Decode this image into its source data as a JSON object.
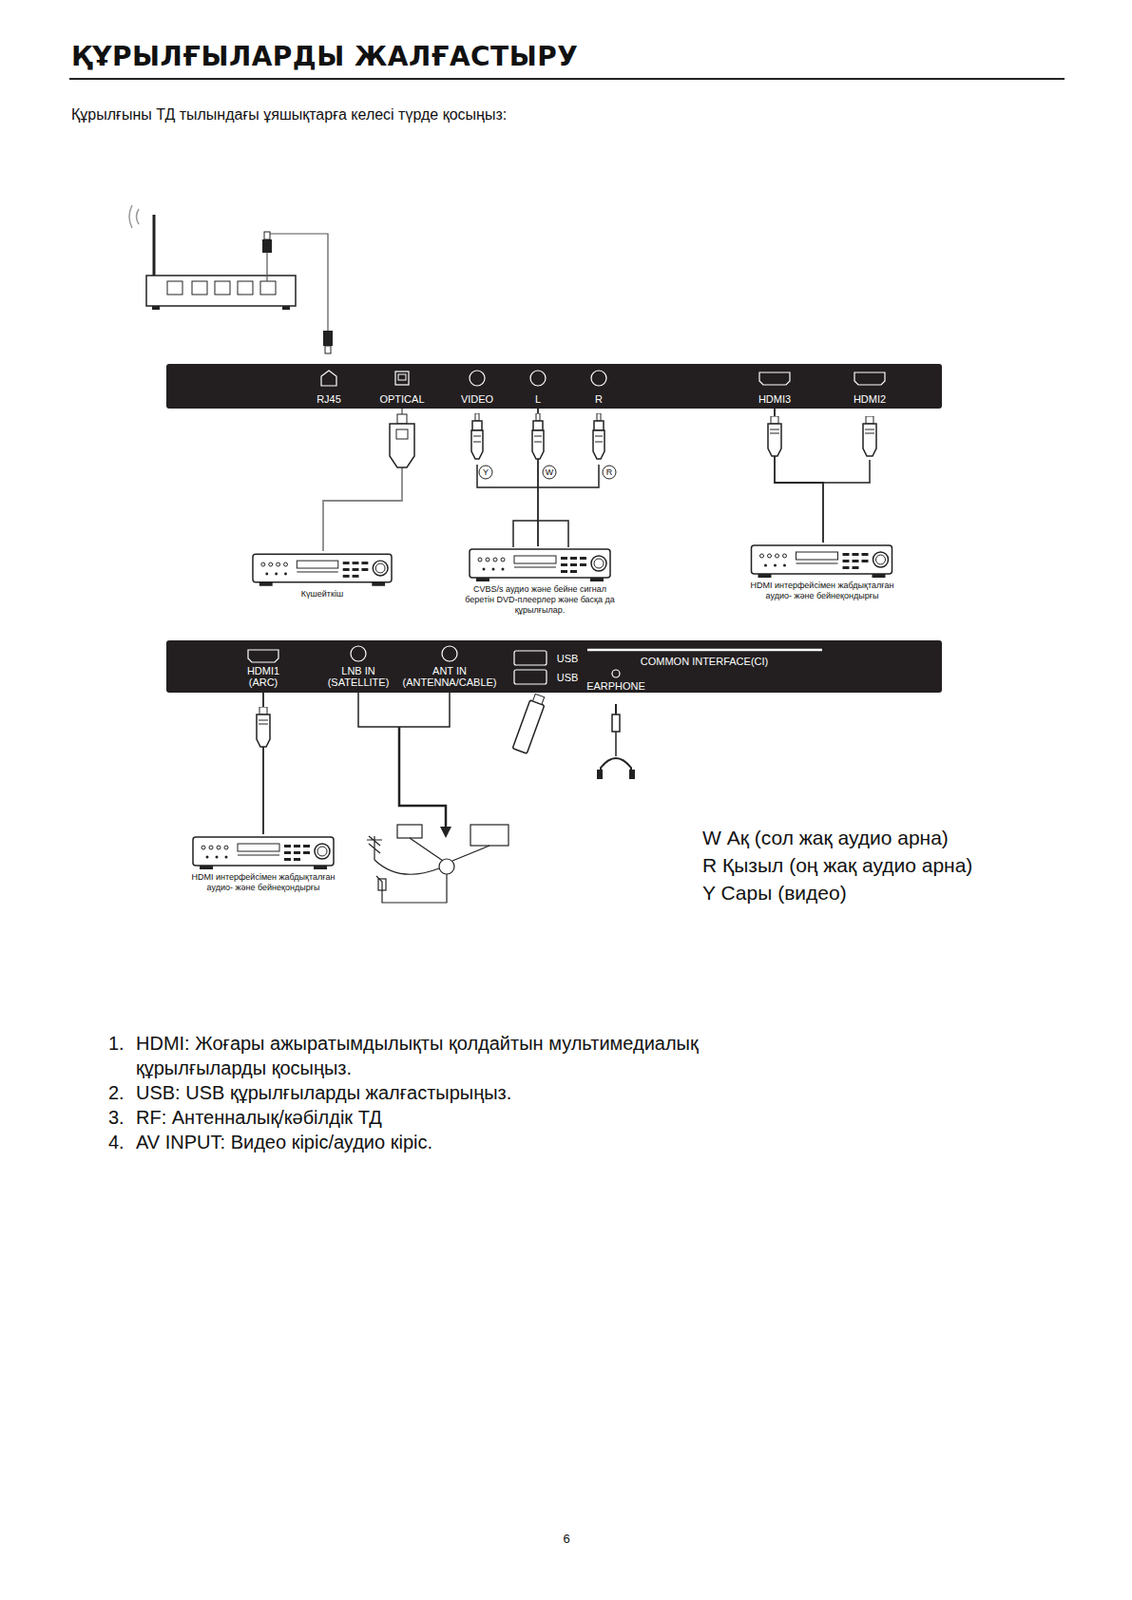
{
  "diagram": {
    "title": "ҚҰРЫЛҒЫЛАРДЫ ЖАЛҒАСТЫРУ",
    "nodes": [
      {
        "text": [
          "RJ45",
          "OPTICAL",
          "VIDEO",
          "L",
          "R",
          "HDMI3",
          "HDMI2"
        ]
      },
      {
        "text": [
          "Күшейткіш"
        ]
      },
      {
        "text": [
          "CVBS/s аудио және бейне сигнал беретін DVD-плеерлер және басқа да құрылғылар."
        ]
      },
      {
        "text": [
          "HDMI интерфейсімен жабдықталған аудио- және бейнеқондырғы"
        ]
      },
      {
        "text": [
          "HDMI1 (ARC)",
          "LNB IN (SATELLITE)",
          "ANT IN (ANTENNA/CABLE)",
          "USB",
          "USB",
          "COMMON INTERFACE(CI)",
          "EARPHONE"
        ]
      },
      {
        "text": [
          "HDMI интерфейсімен жабдықталған аудио- және бейнеқондырғы"
        ]
      }
    ],
    "edges": [
      {
        "from": 0,
        "to": 1,
        "arrow": "none"
      },
      {
        "from": 0,
        "to": 2,
        "arrow": "none"
      },
      {
        "from": 0,
        "to": 3,
        "arrow": "none"
      },
      {
        "from": 4,
        "to": 5,
        "arrow": "none"
      }
    ],
    "labels": [
      "Құрылғыны ТД тылындағы ұяшықтарға келесі түрде қосыңыз:",
      "Y",
      "W",
      "R",
      "W Ақ (сол жақ аудио арна)",
      "R Қызыл (оң жақ аудио арна)",
      "Y Сары (видео)",
      "1.",
      "HDMI: Жоғары ажыратымдылықты қолдайтын мультимедиалық құрылғыларды қосыңыз.",
      "2.",
      "USB: USB құрылғыларды жалғастырыңыз.",
      "3.",
      "RF: Антенналық/кәбілдік ТД",
      "4.",
      "AV INPUT: Видео кіріс/аудио кіріс.",
      "6"
    ]
  }
}
